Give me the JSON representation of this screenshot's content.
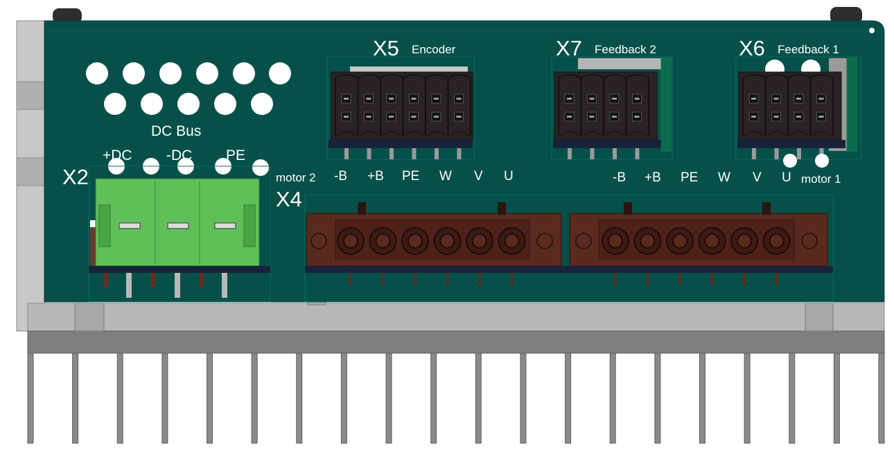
{
  "board": {
    "pcb_color": "#07504a",
    "dc_bus": {
      "label": "DC Bus",
      "hole_count": 11
    },
    "x2": {
      "id": "X2",
      "pins": [
        "+DC",
        "-DC",
        "PE"
      ],
      "connector_color": "#5fc05a"
    },
    "x5": {
      "id": "X5",
      "name": "Encoder",
      "pin_rows": 2,
      "pin_cols": 6
    },
    "x7": {
      "id": "X7",
      "name": "Feedback 2",
      "pin_rows": 2,
      "pin_cols": 4
    },
    "x6": {
      "id": "X6",
      "name": "Feedback 1",
      "pin_rows": 2,
      "pin_cols": 4
    },
    "x4": {
      "id": "X4",
      "terminal_color": "#5b2a1f",
      "motor2": {
        "label": "motor 2",
        "pins": [
          "-B",
          "+B",
          "PE",
          "W",
          "V",
          "U"
        ]
      },
      "motor1": {
        "label": "motor 1",
        "pins": [
          "-B",
          "+B",
          "PE",
          "W",
          "V",
          "U"
        ]
      }
    }
  },
  "heatsink": {
    "color": "#b4b4b4",
    "fin_count": 20
  }
}
